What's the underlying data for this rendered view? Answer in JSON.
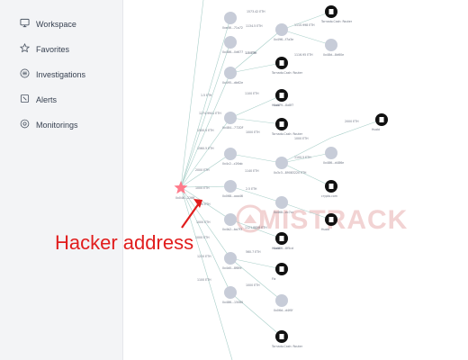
{
  "sidebar": {
    "items": [
      {
        "label": "Workspace",
        "icon": "monitor-icon"
      },
      {
        "label": "Favorites",
        "icon": "star-icon"
      },
      {
        "label": "Investigations",
        "icon": "list-icon"
      },
      {
        "label": "Alerts",
        "icon": "alert-icon"
      },
      {
        "label": "Monitorings",
        "icon": "target-icon"
      }
    ]
  },
  "graph": {
    "watermark": "MISTRACK",
    "hacker_label": "Hacker address",
    "hacker_node": "0x046...2266",
    "nodes": [
      {
        "id": "n1",
        "label": "0xe46...71a72"
      },
      {
        "id": "n2",
        "label": "0x486...0d677"
      },
      {
        "id": "n3",
        "label": "0x495...db62e"
      },
      {
        "id": "n4",
        "label": "0x484...772DF"
      },
      {
        "id": "n5",
        "label": "0x4c2...c26ab"
      },
      {
        "id": "n6",
        "label": "0x068...aaa46"
      },
      {
        "id": "n7",
        "label": "0x4b2...ba7f3"
      },
      {
        "id": "n8",
        "label": "0x4d0...8f8fd"
      },
      {
        "id": "n9",
        "label": "0x486...15060"
      },
      {
        "id": "n10",
        "label": "0x496...f7a3e"
      },
      {
        "id": "n11",
        "label": "0x479...8a8f7"
      },
      {
        "id": "n12",
        "label": "0x3c3...89083"
      },
      {
        "id": "n13",
        "label": "0x468...ec7cc"
      },
      {
        "id": "n14",
        "label": "0x486...8f5cd"
      },
      {
        "id": "n15",
        "label": "0x06d...d4f0f"
      },
      {
        "id": "n16",
        "label": "0x48d...8d60e"
      },
      {
        "id": "n17",
        "label": "0x486...d486e"
      }
    ],
    "exchanges": [
      {
        "label": "Tornado.Cash: Router"
      },
      {
        "label": "Tornado.Cash: Router"
      },
      {
        "label": "Tornado.Cash: Router"
      },
      {
        "label": "Tornado.Cash: Router"
      },
      {
        "label": "Huobi"
      },
      {
        "label": "Huobi"
      },
      {
        "label": "crypto.com"
      },
      {
        "label": "Huobi"
      },
      {
        "label": "Huobi"
      },
      {
        "label": "Fix"
      }
    ],
    "edge_labels": [
      "1573.42 ETH",
      "1.5 ETH",
      "1.5 ETH",
      "1274.9941 ETH",
      "1500.5 ETH",
      "1560.5 ETH",
      "2000 ETH",
      "1000 ETH",
      "1000 ETH",
      "1000 ETH",
      "1000 ETH",
      "1220 ETH",
      "1100 ETH",
      "1134.5 ETH",
      "1.5 ETH",
      "1110.998 ETH",
      "1116.95 ETH",
      "1100 ETH",
      "1000 ETH",
      "1000 ETH",
      "2000 ETH",
      "1100.5 ETH",
      "220 ETH",
      "1140 ETH",
      "2.5 ETH",
      "1121.8858 ETH",
      "560.7 ETH",
      "1000 ETH"
    ]
  },
  "colors": {
    "accent": "#e11d1d",
    "node": "#c7ccd8",
    "star": "#ff6f7f",
    "edge": "#9cc3bd"
  }
}
